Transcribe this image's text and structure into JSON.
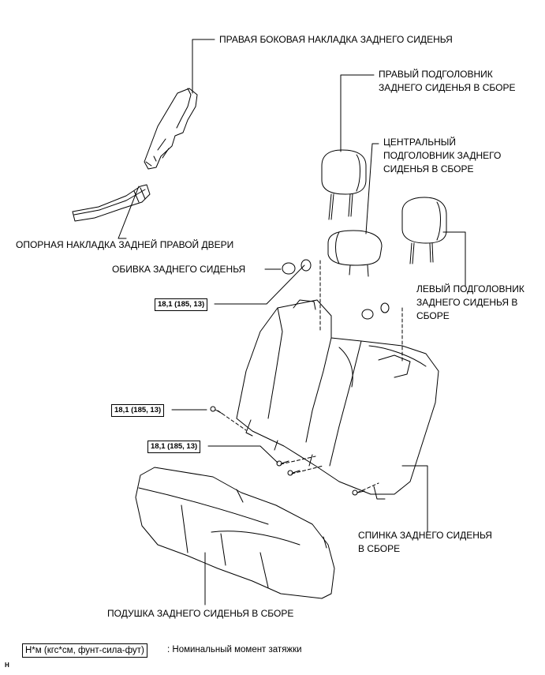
{
  "labels": {
    "side_trim": "ПРАВАЯ БОКОВАЯ НАКЛАДКА ЗАДНЕГО СИДЕНЬЯ",
    "right_headrest": [
      "ПРАВЫЙ ПОДГОЛОВНИК",
      "ЗАДНЕГО СИДЕНЬЯ В СБОРЕ"
    ],
    "center_headrest": [
      "ЦЕНТРАЛЬНЫЙ",
      "ПОДГОЛОВНИК ЗАДНЕГО",
      "СИДЕНЬЯ В СБОРЕ"
    ],
    "door_scuff": "ОПОРНАЯ НАКЛАДКА ЗАДНЕЙ ПРАВОЙ ДВЕРИ",
    "seat_trim": "ОБИВКА ЗАДНЕГО СИДЕНЬЯ",
    "left_headrest": [
      "ЛЕВЫЙ ПОДГОЛОВНИК",
      "ЗАДНЕГО СИДЕНЬЯ В",
      "СБОРЕ"
    ],
    "seatback": [
      "СПИНКА ЗАДНЕГО СИДЕНЬЯ",
      "В СБОРЕ"
    ],
    "cushion": "ПОДУШКА ЗАДНЕГО СИДЕНЬЯ В СБОРЕ"
  },
  "torque": {
    "t1": "18,1 (185, 13)",
    "t2": "18,1 (185, 13)",
    "t3": "18,1 (185, 13)"
  },
  "legend": {
    "unit": "Н*м (кгс*см, фунт-сила-фут)",
    "text": ": Номинальный момент затяжки"
  },
  "corner_mark": "H"
}
